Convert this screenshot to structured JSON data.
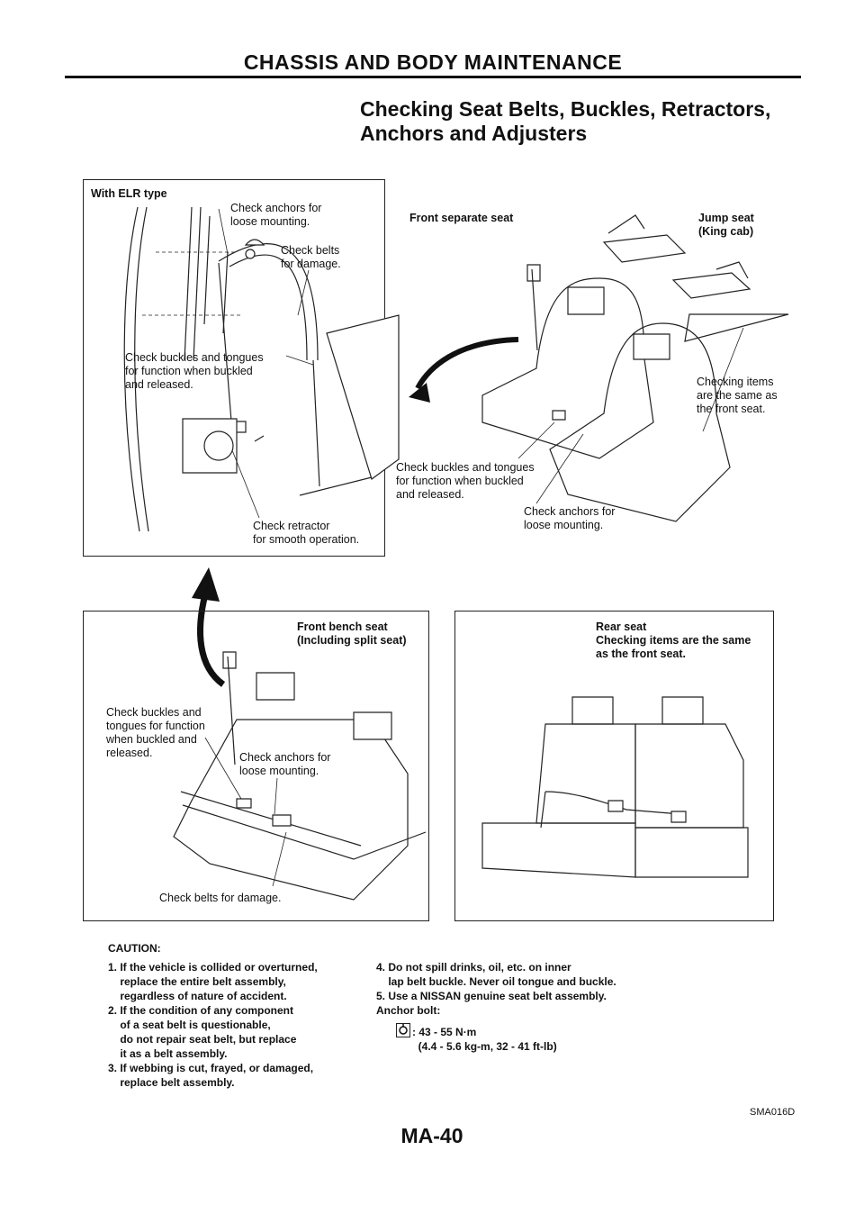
{
  "header": {
    "section": "CHASSIS AND BODY MAINTENANCE"
  },
  "title": {
    "line1": "Checking Seat Belts, Buckles, Retractors,",
    "line2": "Anchors and Adjusters"
  },
  "panel_elr": {
    "heading": "With ELR type",
    "check_anchors": "Check anchors for\nloose mounting.",
    "check_belts": "Check belts\nfor damage.",
    "check_buckles": "Check buckles and tongues\nfor function when buckled\nand released.",
    "check_retractor": "Check retractor\nfor smooth operation."
  },
  "panel_front_separate": {
    "heading": "Front separate seat",
    "jump_seat": "Jump seat\n(King cab)",
    "checking_items": "Checking items\nare the same as\nthe front seat.",
    "check_buckles": "Check buckles and tongues\nfor function when buckled\nand released.",
    "check_anchors": "Check anchors for\nloose mounting."
  },
  "panel_bench": {
    "heading": "Front bench seat\n(Including split seat)",
    "check_buckles": "Check buckles and\ntongues for function\nwhen buckled and\nreleased.",
    "check_anchors": "Check anchors for\nloose mounting.",
    "check_belts": "Check belts for damage."
  },
  "panel_rear": {
    "heading": "Rear seat\nChecking items are the same\nas the front seat."
  },
  "caution": {
    "heading": "CAUTION:",
    "left": "1. If the vehicle is collided or overturned,\n    replace the entire belt assembly,\n    regardless of nature of accident.\n2. If the condition of any component\n    of a seat belt is questionable,\n    do not repair seat belt, but replace\n    it as a belt assembly.\n3. If webbing is cut, frayed, or damaged,\n    replace belt assembly.",
    "right": "4. Do not spill drinks, oil, etc. on inner\n    lap belt buckle. Never oil tongue and buckle.\n5. Use a NISSAN genuine seat belt assembly.\nAnchor bolt:",
    "torque": ": 43 - 55 N·m\n  (4.4 - 5.6 kg-m, 32 - 41 ft-lb)"
  },
  "figure_code": "SMA016D",
  "page_number": "MA-40"
}
